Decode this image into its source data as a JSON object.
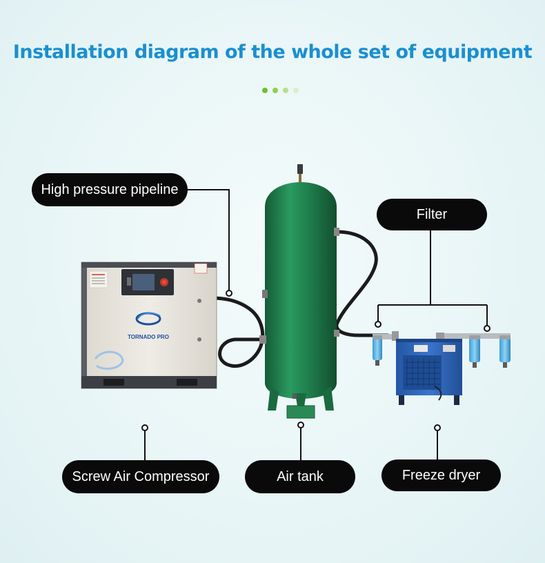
{
  "title": "Installation diagram of the whole set of equipment",
  "colors": {
    "title": "#1a8fd0",
    "dots": [
      "#6fbf2a",
      "#8fd04a",
      "#b8e08a",
      "#dbeec8"
    ],
    "label_bg": "#0a0a0a",
    "label_text": "#ffffff",
    "tank": "#1f7a4a",
    "dryer": "#2a5fb0",
    "compressor_body": "#e6e2da"
  },
  "labels": {
    "high_pressure_pipeline": "High pressure pipeline",
    "filter": "Filter",
    "screw_air_compressor": "Screw Air Compressor",
    "air_tank": "Air tank",
    "freeze_dryer": "Freeze dryer"
  },
  "compressor": {
    "brand": "TORNADO PRO"
  }
}
